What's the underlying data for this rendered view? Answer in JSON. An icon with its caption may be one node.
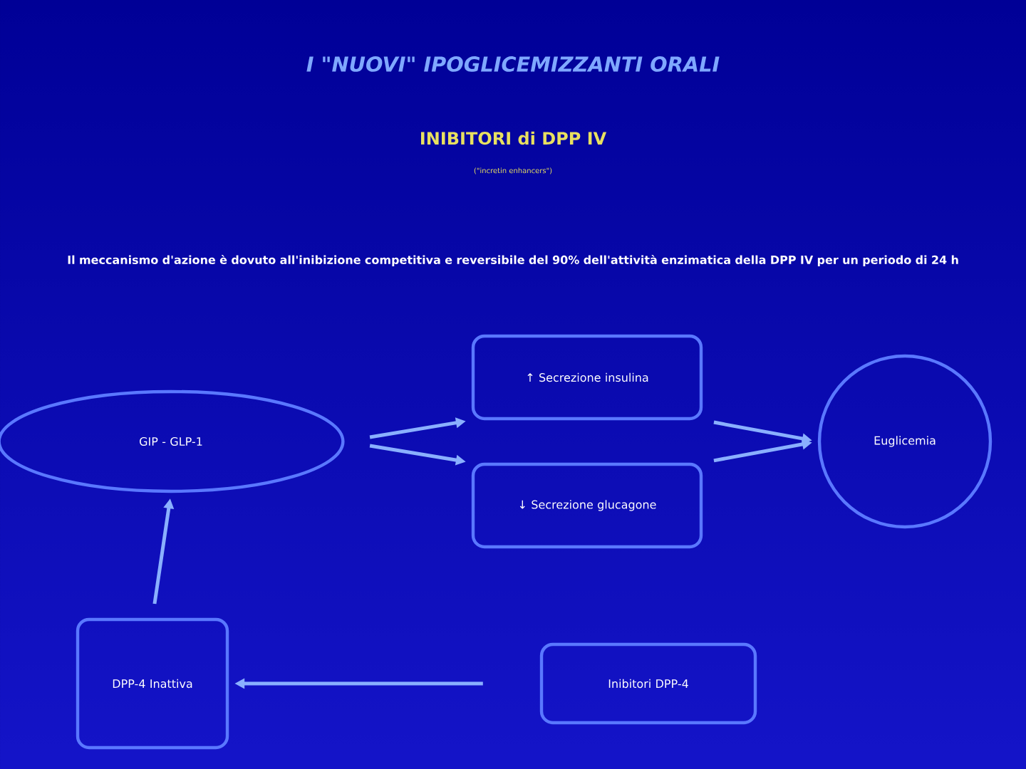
{
  "diagram": {
    "title": "I \"NUOVI\" IPOGLICEMIZZANTI ORALI",
    "nodes": [
      {
        "text": [
          "GIP - GLP-1"
        ]
      },
      {
        "text": [
          "↑ Secrezione insulina"
        ]
      },
      {
        "text": [
          "↓ Secrezione glucagone"
        ]
      },
      {
        "text": [
          "Euglicemia"
        ]
      },
      {
        "text": [
          "DPP-4 Inattiva"
        ]
      },
      {
        "text": [
          "Inibitori DPP-4"
        ]
      }
    ],
    "edges": [
      {
        "from": 0,
        "to": 1,
        "arrow": "to"
      },
      {
        "from": 0,
        "to": 2,
        "arrow": "to"
      },
      {
        "from": 1,
        "to": 3,
        "arrow": "to"
      },
      {
        "from": 2,
        "to": 3,
        "arrow": "to"
      },
      {
        "from": 5,
        "to": 4,
        "arrow": "to"
      },
      {
        "from": 4,
        "to": 0,
        "arrow": "to"
      }
    ],
    "labels": [
      "INIBITORI di DPP IV",
      "(\"incretin enhancers\")",
      "Il meccanismo d'azione è dovuto all'inibizione competitiva e reversibile del 90% dell'attività enzimatica della DPP IV per un periodo di 24 h"
    ]
  }
}
